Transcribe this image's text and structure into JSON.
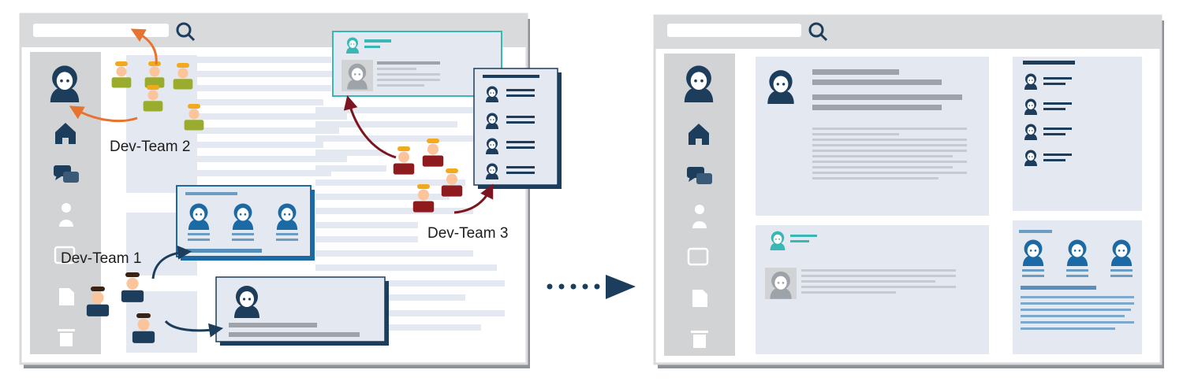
{
  "labels": {
    "team1": "Dev-Team 1",
    "team2": "Dev-Team 2",
    "team3": "Dev-Team 3"
  },
  "colors": {
    "frame": "#d9dadb",
    "frame_shadow": "#8e9296",
    "panel": "#e4e8f0",
    "sidebar": "#d2d3d5",
    "navy": "#1d3d5c",
    "blue": "#1b6aa5",
    "teal": "#38b7b4",
    "gray_bar": "#9ea3aa",
    "light_bar": "#c7cad0",
    "orange": "#e8732e",
    "darkred": "#7b1620",
    "team2_shirt": "#9aac2d",
    "team3_shirt": "#8e1c1f",
    "team1_shirt": "#1d3d5c",
    "hair_yellow": "#f1a91e",
    "skin": "#fbc49a"
  },
  "icons": [
    "search-icon",
    "avatar-icon",
    "home-icon",
    "chat-icon",
    "user-icon",
    "window-icon",
    "document-icon",
    "trash-icon",
    "dotted-arrow-icon"
  ]
}
